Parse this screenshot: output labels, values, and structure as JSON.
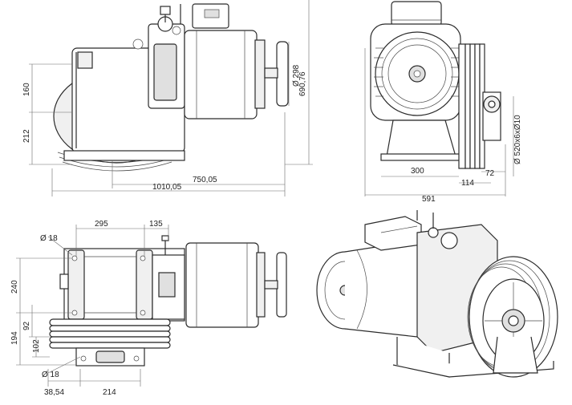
{
  "dimensions": {
    "front_width_1": "750,05",
    "front_width_2": "1010,05",
    "front_h1": "160",
    "front_h2": "212",
    "front_diam_right": "Ø 298",
    "front_height": "690,76",
    "side_w_300": "300",
    "side_w_114": "114",
    "side_w_72": "72",
    "side_w_591": "591",
    "side_sheave": "Ø 520x6xØ10",
    "top_hole_1": "Ø 18",
    "top_w_295": "295",
    "top_w_135": "135",
    "top_h_240": "240",
    "top_h_92": "92",
    "top_h_194": "194",
    "top_h_102": "102",
    "top_hole_2": "Ø 18",
    "top_w_3854": "38,54",
    "top_w_214": "214"
  },
  "colors": {
    "line": "#2b2b2b",
    "background": "#ffffff"
  }
}
